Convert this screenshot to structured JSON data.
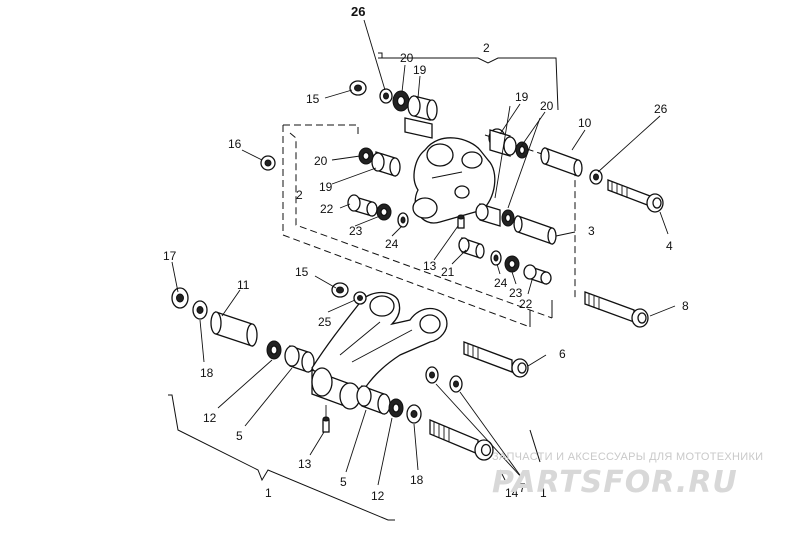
{
  "labels": {
    "l26a": "26",
    "l2a": "2",
    "l20a": "20",
    "l19a": "19",
    "l15a": "15",
    "l19b": "19",
    "l20b": "20",
    "l10": "10",
    "l26b": "26",
    "l16": "16",
    "l20c": "20",
    "l19c": "19",
    "l2b": "2",
    "l22a": "22",
    "l23a": "23",
    "l24a": "24",
    "l3": "3",
    "l4": "4",
    "l13a": "13",
    "l21": "21",
    "l24b": "24",
    "l23b": "23",
    "l22b": "22",
    "l8": "8",
    "l17": "17",
    "l11": "11",
    "l15b": "15",
    "l25": "25",
    "l18a": "18",
    "l6": "6",
    "l12a": "12",
    "l5a": "5",
    "l13b": "13",
    "l5b": "5",
    "l12b": "12",
    "l18b": "18",
    "l7": "7",
    "l1a": "1",
    "l14": "14",
    "l1b": "1"
  },
  "watermark": {
    "tagline": "ЗАПЧАСТИ И АКСЕССУАРЫ ДЛЯ МОТОТЕХНИКИ",
    "logo": "PARTSFOR.RU"
  }
}
